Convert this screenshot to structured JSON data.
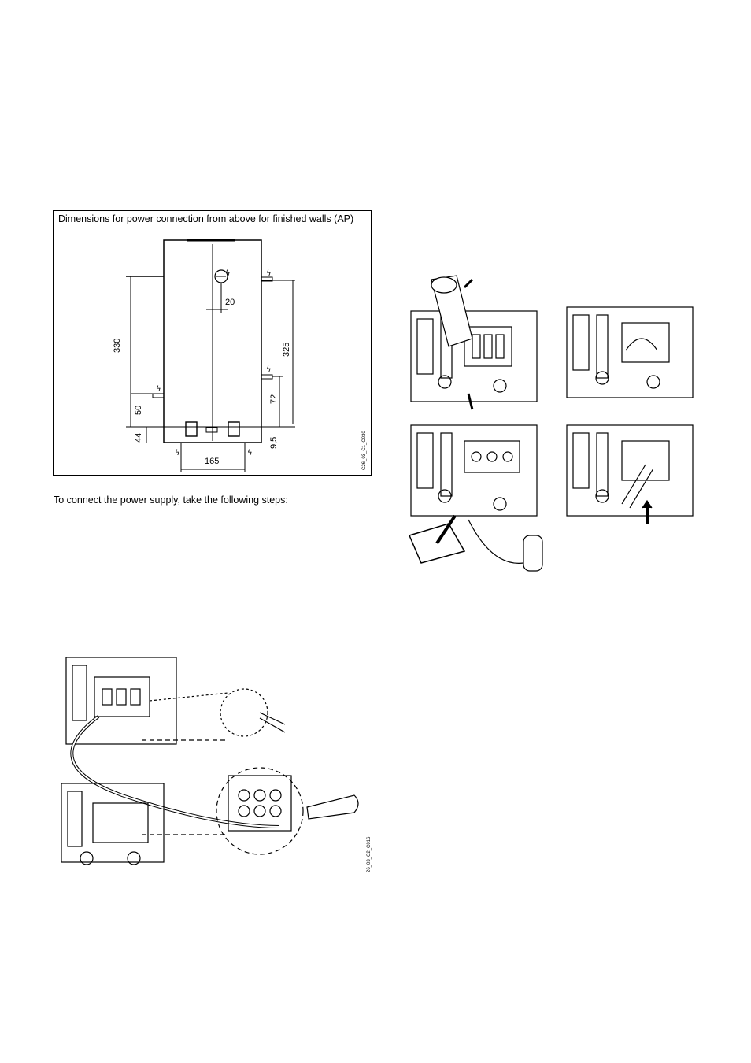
{
  "figure1": {
    "title": "Dimensions for power connection from above for finished walls (AP)",
    "dimensions": {
      "d20": "20",
      "d330": "330",
      "d325": "325",
      "d50": "50",
      "d72": "72",
      "d44": "44",
      "d9_5": "9,5",
      "d165": "165"
    },
    "code": "C26_03_C1_C030"
  },
  "caption": "To connect the power supply, take the following steps:",
  "figure2": {
    "code": "26_03_C2_C016"
  }
}
